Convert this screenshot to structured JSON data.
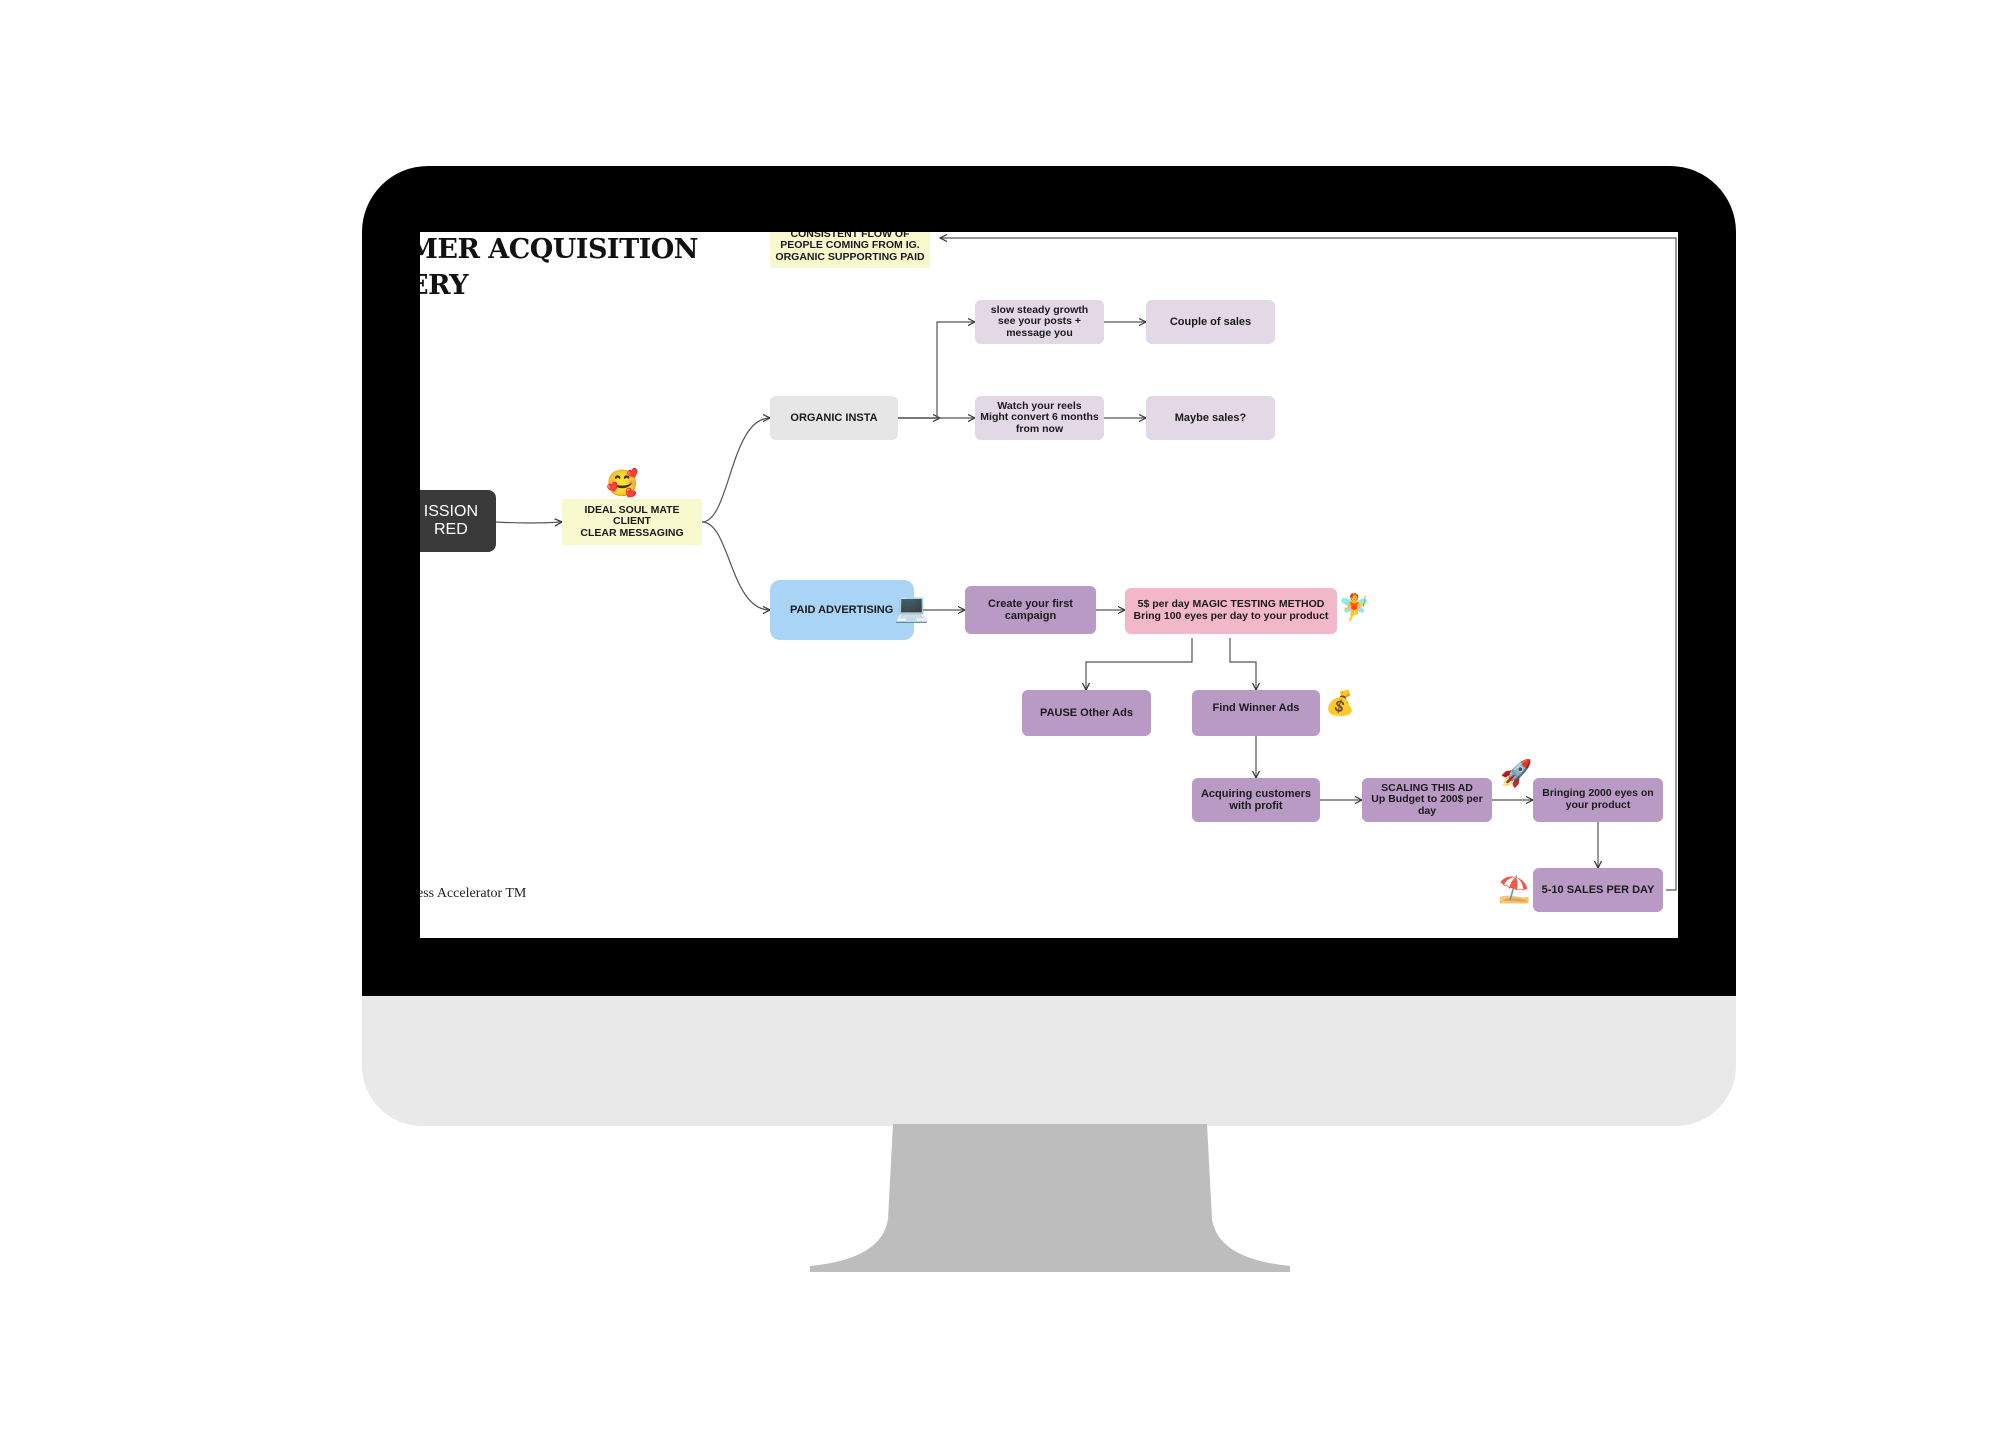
{
  "diagram": {
    "title": "MER ACQUISITION\nERY",
    "footer": "ness Accelerator TM",
    "nodes": {
      "mission": "ISSION\nRED",
      "ideal": "IDEAL SOUL MATE CLIENT\nCLEAR MESSAGING",
      "consistent": "CONSISTENT FLOW OF\nPEOPLE COMING FROM IG.\nORGANIC SUPPORTING PAID",
      "organic": "ORGANIC INSTA",
      "slow": "slow steady growth\nsee your posts +\nmessage you",
      "couple": "Couple of sales",
      "reels": "Watch your reels\nMight convert 6 months\nfrom now",
      "maybe": "Maybe sales?",
      "paid": "PAID ADVERTISING",
      "campaign": "Create your first\ncampaign",
      "magic": "5$ per day MAGIC TESTING METHOD\nBring 100 eyes per day to your product",
      "pause": "PAUSE Other Ads",
      "winner": "Find Winner Ads",
      "acquiring": "Acquiring customers\nwith profit",
      "scaling": "SCALING THIS AD\nUp Budget to 200$ per\nday",
      "bringing": "Bringing 2000 eyes on\nyour product",
      "sales": "5-10 SALES PER DAY"
    },
    "emojis": {
      "love": "🥰",
      "laptop": "💻",
      "fairy": "🧚",
      "money": "💰",
      "rocket": "🚀",
      "beach": "⛱️"
    }
  },
  "colors": {
    "lavender": "#e2d8e6",
    "purple": "#b99ac5",
    "yellow": "#f8f8cf",
    "pink": "#f2b8c9",
    "blue": "#a9d4f5",
    "dark": "#3a3a3a"
  }
}
